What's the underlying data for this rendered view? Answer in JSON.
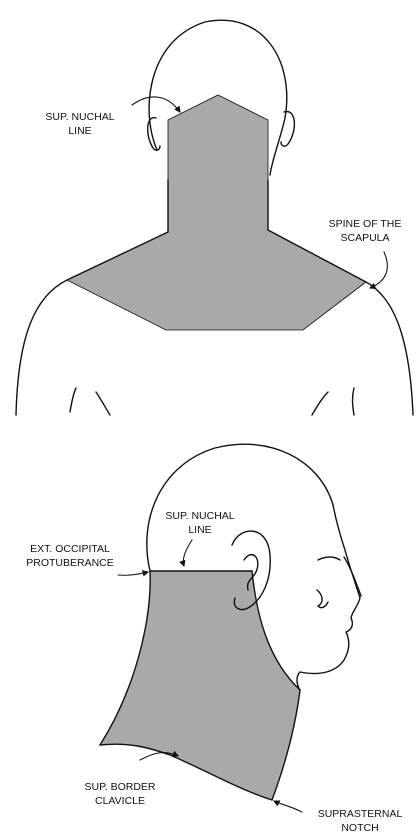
{
  "figure": {
    "colors": {
      "shading": "#a9a9a9",
      "line": "#111111",
      "background": "#ffffff"
    },
    "posterior_view": {
      "labels": {
        "sup_nuchal_line_1": "SUP. NUCHAL",
        "sup_nuchal_line_2": "LINE",
        "spine_of_scapula_1": "SPINE OF THE",
        "spine_of_scapula_2": "SCAPULA"
      }
    },
    "lateral_view": {
      "labels": {
        "sup_nuchal_line_1": "SUP. NUCHAL",
        "sup_nuchal_line_2": "LINE",
        "ext_occipital_1": "EXT. OCCIPITAL",
        "ext_occipital_2": "PROTUBERANCE",
        "sup_border_clavicle_1": "SUP. BORDER",
        "sup_border_clavicle_2": "CLAVICLE",
        "suprasternal_notch_1": "SUPRASTERNAL",
        "suprasternal_notch_2": "NOTCH"
      }
    }
  }
}
